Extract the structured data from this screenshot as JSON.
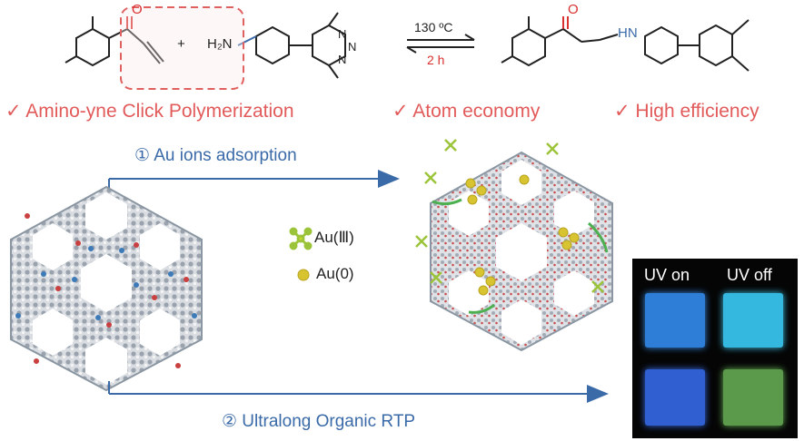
{
  "reaction": {
    "carbonyl_o": "O",
    "plus": "+",
    "amine": "H₂N",
    "product_o": "O",
    "product_hn": "HN",
    "ring_n1": "N",
    "ring_n2": "N",
    "ring_n3": "N",
    "temperature": "130 ºC",
    "time": "2 h"
  },
  "features": [
    "✓ Amino-yne Click Polymerization",
    "✓ Atom economy",
    "✓ High efficiency"
  ],
  "steps": {
    "step1": "① Au ions adsorption",
    "step2": "② Ultralong Organic RTP"
  },
  "legend": {
    "au3": "Au(Ⅲ)",
    "au0": "Au(0)"
  },
  "uv_panel": {
    "on": "UV on",
    "off": "UV off"
  },
  "colors": {
    "feature_red": "#e25a5a",
    "step_blue": "#3a6aa8",
    "au3_green": "#9cc43a",
    "au0_gold": "#d8c430",
    "uv_on_blue": "#2f6fd8",
    "uv_off_cyan": "#35b8e0",
    "uv_off_green": "#5a9a4a"
  }
}
